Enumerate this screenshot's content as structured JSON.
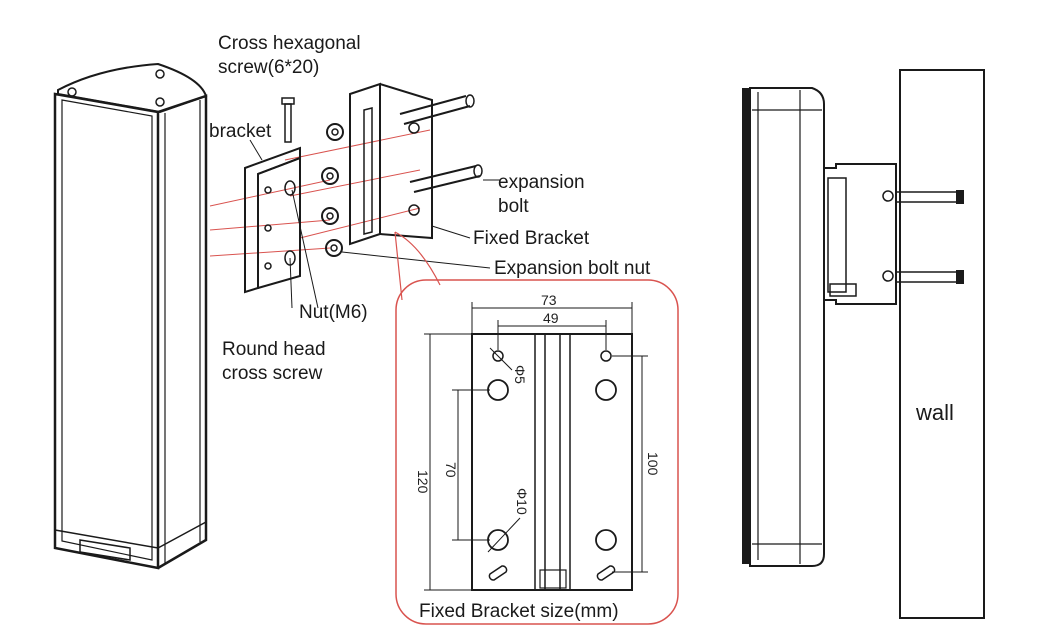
{
  "labels": {
    "cross_hex_line1": "Cross hexagonal",
    "cross_hex_line2": "screw(6*20)",
    "bracket": "bracket",
    "expansion_bolt_line1": "expansion",
    "expansion_bolt_line2": "bolt",
    "fixed_bracket": "Fixed Bracket",
    "expansion_bolt_nut": "Expansion bolt nut",
    "nut": "Nut(M6)",
    "round_head_line1": "Round head",
    "round_head_line2": "cross screw",
    "wall": "wall"
  },
  "dimensions": {
    "caption": "Fixed Bracket size(mm)",
    "width_outer": "73",
    "width_inner": "49",
    "height_outer": "120",
    "hole_spacing": "70",
    "slot_spacing": "100",
    "small_hole_dia": "Φ5",
    "large_hole_dia": "Φ10"
  },
  "colors": {
    "line": "#1a1a1a",
    "callout": "#d9534f"
  }
}
